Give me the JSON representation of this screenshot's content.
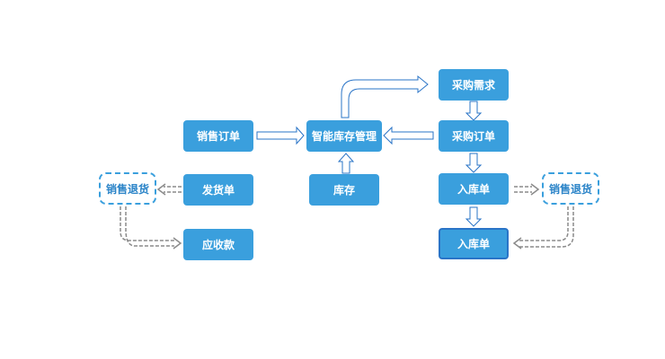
{
  "nodes": {
    "sales_order": "销售订单",
    "smart_inventory": "智能库存管理",
    "purchase_demand": "采购需求",
    "purchase_order": "采购订单",
    "delivery_note": "发货单",
    "stock": "库存",
    "inbound_1": "入库单",
    "inbound_2": "入库单",
    "receivable": "应收款",
    "sales_return_left": "销售退货",
    "sales_return_right": "销售退货"
  },
  "colors": {
    "node": "#3a9fdd",
    "arrow_outline": "#2a74c7",
    "dashed_arrow": "#808080"
  }
}
